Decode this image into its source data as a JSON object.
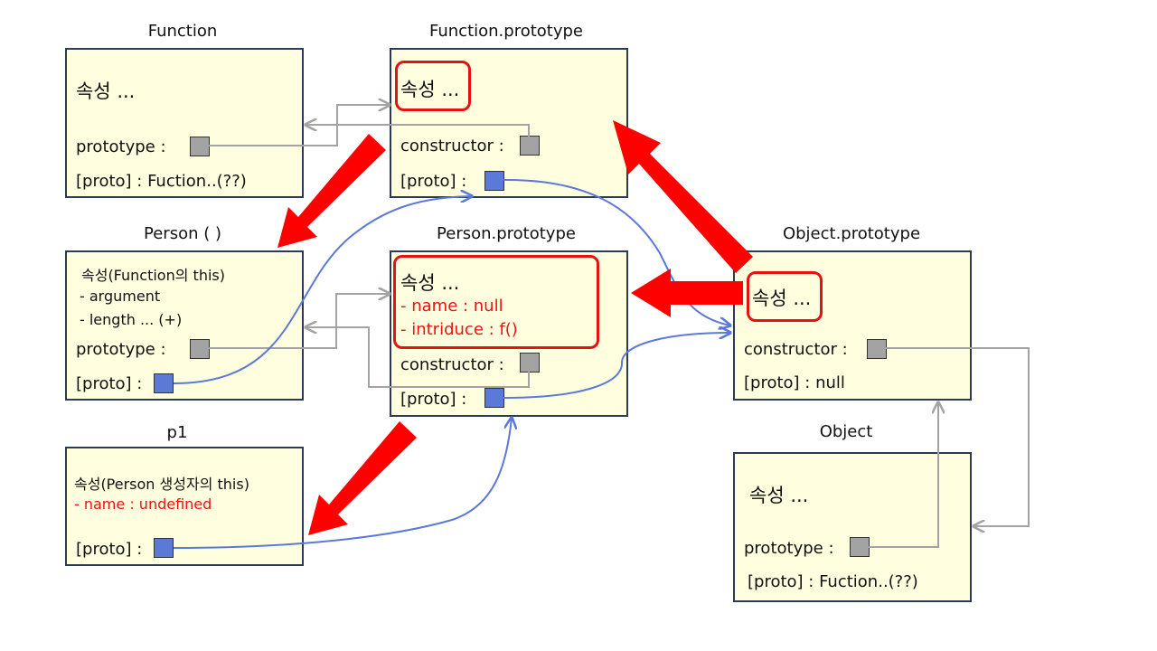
{
  "titles": {
    "function": "Function",
    "function_prototype": "Function.prototype",
    "person": "Person ( )",
    "person_prototype": "Person.prototype",
    "object_prototype": "Object.prototype",
    "p1": "p1",
    "object": "Object"
  },
  "function_box": {
    "props": "속성 ...",
    "prototype": "prototype :",
    "proto": "[proto] : Fuction..(??)"
  },
  "function_prototype_box": {
    "props": "속성 ...",
    "constructor": "constructor :",
    "proto": "[proto] :"
  },
  "person_box": {
    "props": "속성(Function의 this)",
    "argument": "- argument",
    "length": "- length  ... (+)",
    "prototype": "prototype :",
    "proto": "[proto] :"
  },
  "person_prototype_box": {
    "props": "속성 ...",
    "name": "- name : null",
    "introduce": "- intriduce : f()",
    "constructor": "constructor :",
    "proto": "[proto] :"
  },
  "object_prototype_box": {
    "props": "속성 ...",
    "constructor": "constructor :",
    "proto": "[proto] : null"
  },
  "p1_box": {
    "props": "속성(Person 생성자의 this)",
    "name": "- name : undefined",
    "proto": "[proto] :"
  },
  "object_box": {
    "props": "속성 ...",
    "prototype": "prototype :",
    "proto": "[proto] : Fuction..(??)"
  },
  "colors": {
    "box_fill": "#ffffe0",
    "box_border": "#2b3a55",
    "highlight": "#e51212",
    "proto_link": "#5b79d6",
    "prototype_link": "#a3a3a3",
    "arrow": "#ff0000"
  }
}
